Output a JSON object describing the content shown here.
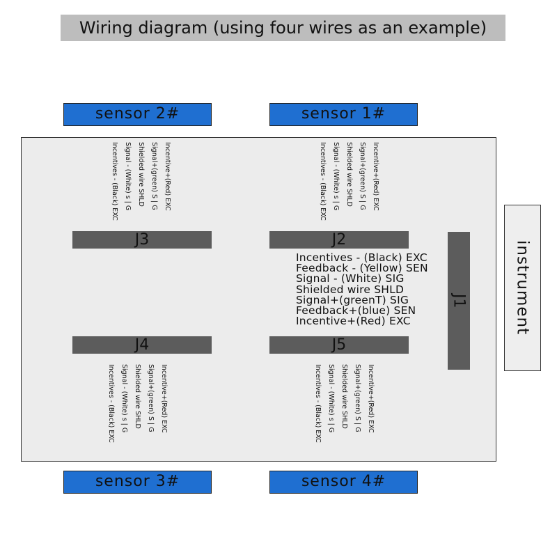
{
  "title": "Wiring diagram (using four wires as an example)",
  "colors": {
    "sensor_fill": "#1f6fd1",
    "connector_fill": "#5c5c5c",
    "board_fill": "#ececec",
    "title_fill": "#bdbdbd",
    "instrument_fill": "#eeeeee"
  },
  "sensors": {
    "s1": "sensor  1#",
    "s2": "sensor  2#",
    "s3": "sensor  3#",
    "s4": "sensor  4#"
  },
  "connectors": {
    "j1": "J1",
    "j2": "J2",
    "j3": "J3",
    "j4": "J4",
    "j5": "J5"
  },
  "instrument": "instrument",
  "legend": [
    "Incentives - (Black) EXC",
    "Feedback - (Yellow) SEN",
    "Signal - (White) SIG",
    "Shielded wire   SHLD",
    "Signal+(greenT) SIG",
    "Feedback+(blue) SEN",
    "Incentive+(Red) EXC"
  ],
  "wire_labels": [
    "Incentive+(Red) EXC",
    "Signal+(green) S | G",
    "Shielded wire SHLD",
    "Signal - (White) s | G",
    "Incentives - (Black) EXC"
  ]
}
